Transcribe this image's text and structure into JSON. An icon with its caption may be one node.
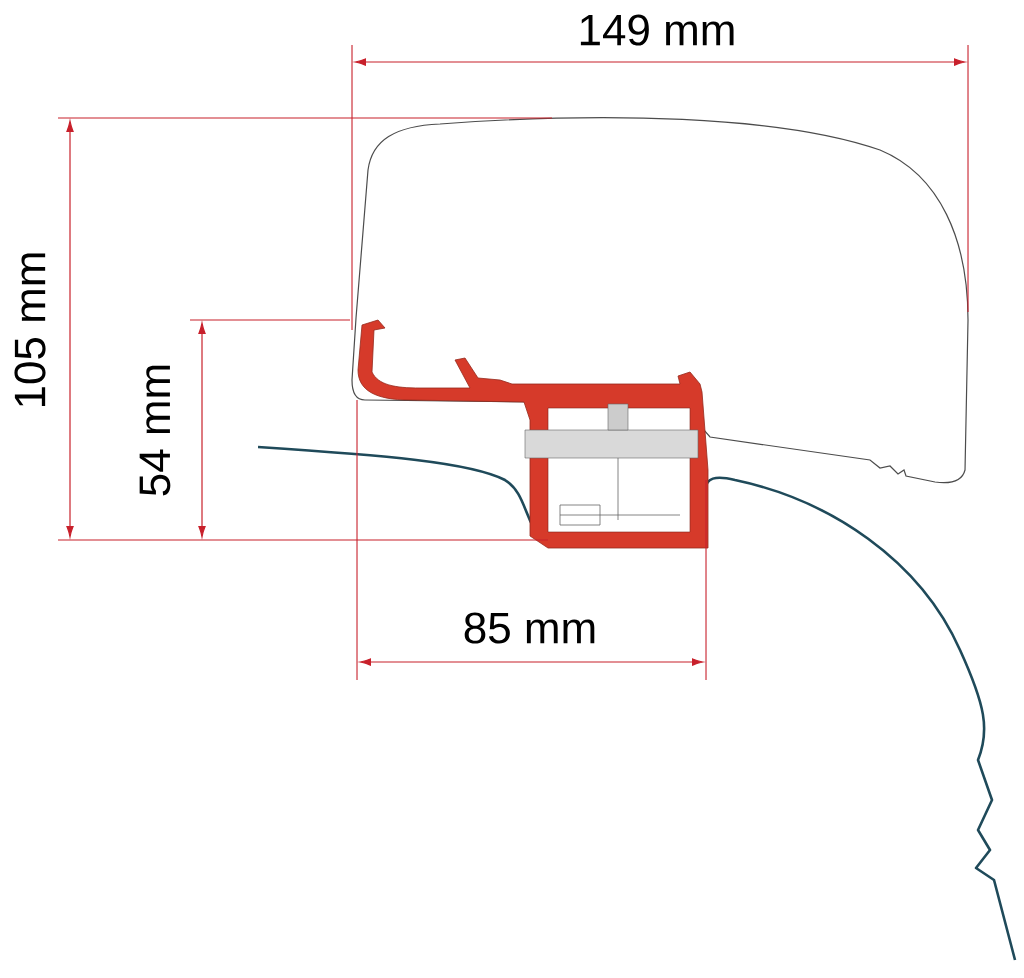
{
  "diagram": {
    "labels": [
      "149 mm",
      "105 mm",
      "54 mm",
      "85 mm"
    ]
  }
}
